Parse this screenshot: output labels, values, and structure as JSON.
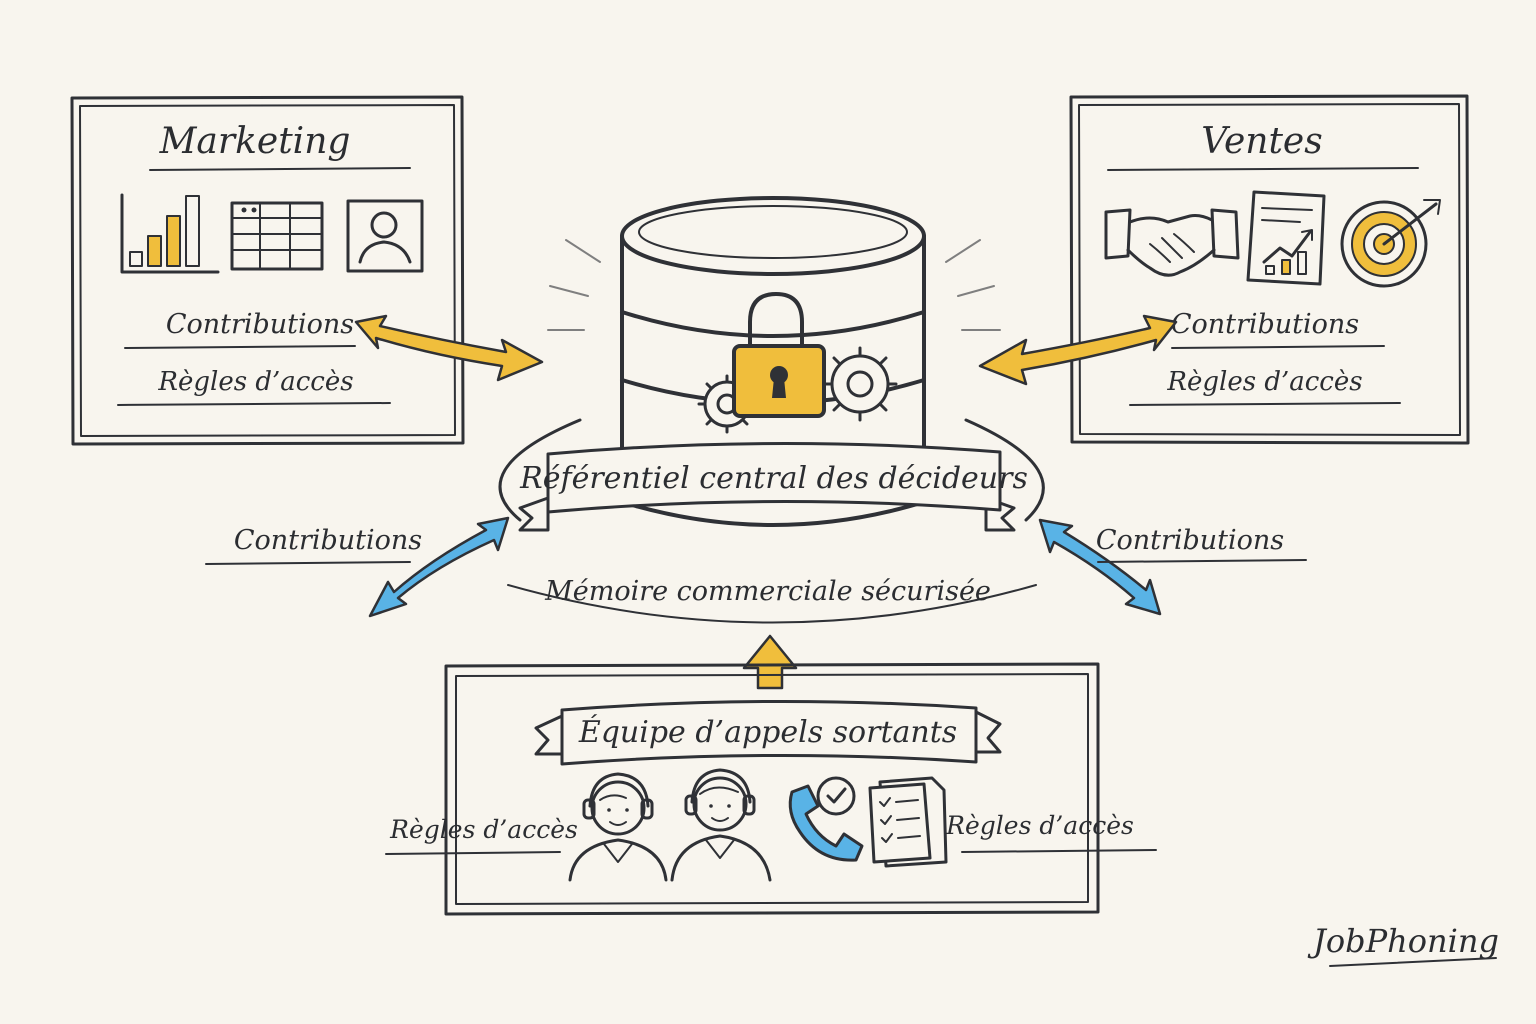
{
  "panels": {
    "marketing": {
      "title": "Marketing",
      "contributions": "Contributions",
      "access": "Règles d’accès"
    },
    "sales": {
      "title": "Ventes",
      "contributions": "Contributions",
      "access": "Règles d’accès"
    },
    "outbound": {
      "title": "Équipe d’appels sortants",
      "access_left": "Règles d’accès",
      "access_right": "Règles d’accès"
    }
  },
  "center": {
    "banner": "Référentiel central des décideurs",
    "subtitle": "Mémoire commerciale sécurisée"
  },
  "side_labels": {
    "left": "Contributions",
    "right": "Contributions"
  },
  "brand": "JobPhoning",
  "colors": {
    "accent_gold": "#f0be3c",
    "accent_blue": "#59b3e6",
    "ink": "#2f3136",
    "paper": "#f8f5ee"
  },
  "icons": [
    "bar-chart-icon",
    "spreadsheet-icon",
    "profile-icon",
    "handshake-icon",
    "report-chart-icon",
    "target-icon",
    "database-icon",
    "padlock-icon",
    "gear-icon",
    "headset-agent-icon",
    "phone-icon",
    "checklist-icon"
  ]
}
